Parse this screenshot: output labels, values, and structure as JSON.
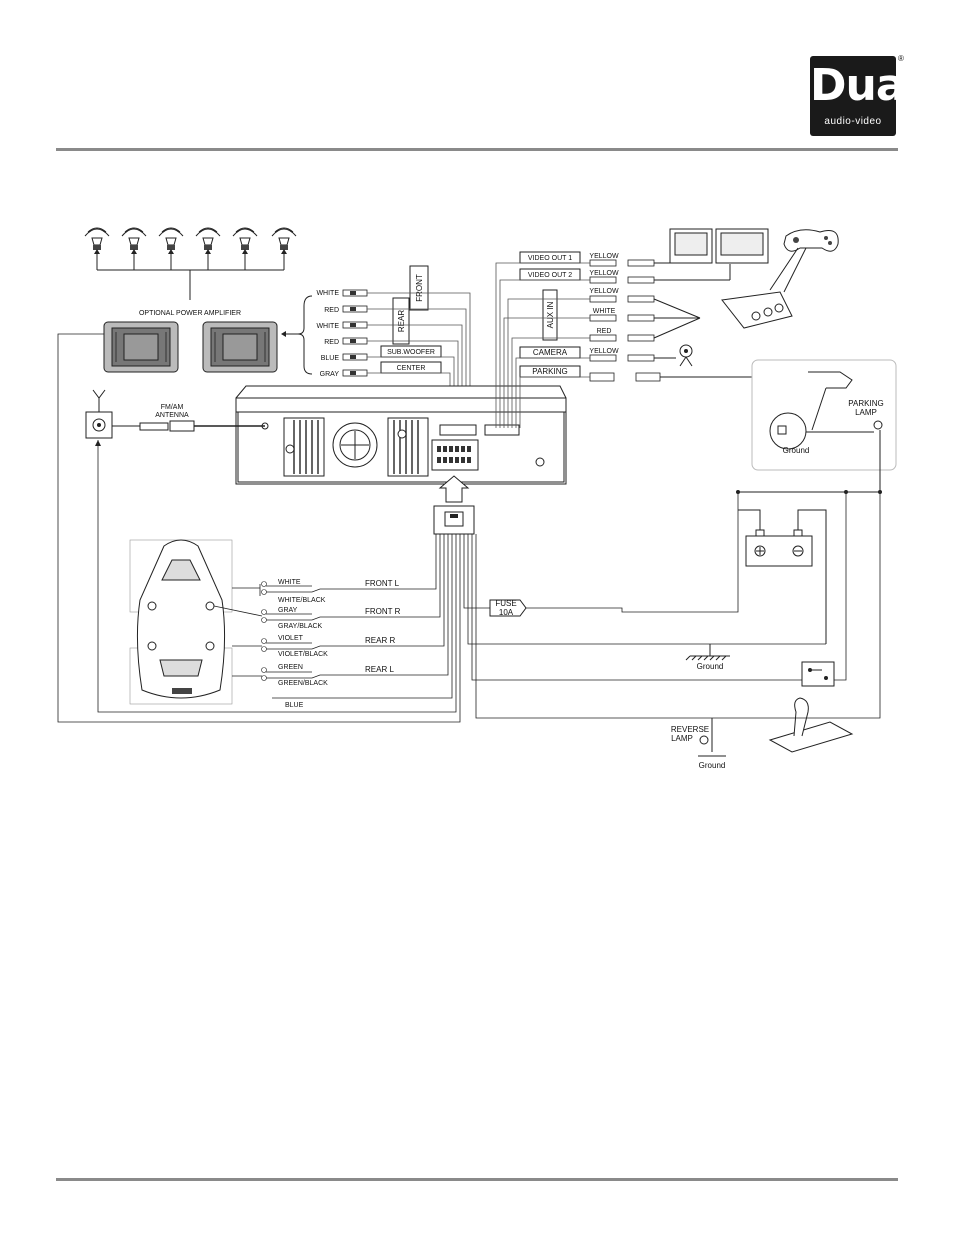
{
  "brand": {
    "name": "Dual",
    "tagline": "audio-video",
    "reg_mark": "®"
  },
  "amplifier": {
    "title": "OPTIONAL POWER AMPLIFIER"
  },
  "rca_outputs": {
    "colors": [
      "WHITE",
      "RED",
      "WHITE",
      "RED",
      "BLUE",
      "GRAY"
    ],
    "group_front": "FRONT",
    "group_rear": "REAR",
    "subwoofer": "SUB.WOOFER",
    "center": "CENTER"
  },
  "antenna": {
    "line1": "FM/AM",
    "line2": "ANTENNA"
  },
  "video_outputs": [
    {
      "label": "VIDEO OUT 1",
      "color": "YELLOW"
    },
    {
      "label": "VIDEO OUT 2",
      "color": "YELLOW"
    }
  ],
  "aux_in": {
    "label": "AUX IN",
    "colors": [
      "YELLOW",
      "WHITE",
      "RED"
    ]
  },
  "camera": {
    "label": "CAMERA",
    "color": "YELLOW"
  },
  "parking": {
    "label": "PARKING"
  },
  "parking_brake": {
    "lamp_line1": "PARKING",
    "lamp_line2": "LAMP",
    "ground": "Ground"
  },
  "speaker_wires": [
    {
      "plus": "WHITE",
      "minus": "WHITE/BLACK",
      "channel": "FRONT L"
    },
    {
      "plus": "GRAY",
      "minus": "GRAY/BLACK",
      "channel": "FRONT R"
    },
    {
      "plus": "VIOLET",
      "minus": "VIOLET/BLACK",
      "channel": "REAR R"
    },
    {
      "plus": "GREEN",
      "minus": "GREEN/BLACK",
      "channel": "REAR L"
    }
  ],
  "blue_wire": "BLUE",
  "fuse": {
    "line1": "FUSE",
    "line2": "10A"
  },
  "ground_label": "Ground",
  "reverse": {
    "line1": "REVERSE",
    "line2": "LAMP",
    "ground": "Ground"
  },
  "colors": {
    "rule": "#8a8a8a",
    "logo_bg": "#1a1a1a",
    "line": "#222222",
    "wire": "#555555"
  },
  "icons": [
    "speaker-icon",
    "amplifier-icon",
    "antenna-icon",
    "monitor-icon",
    "gamepad-icon",
    "camera-icon",
    "battery-icon",
    "ignition-switch-icon",
    "gear-shift-icon",
    "car-icon"
  ]
}
